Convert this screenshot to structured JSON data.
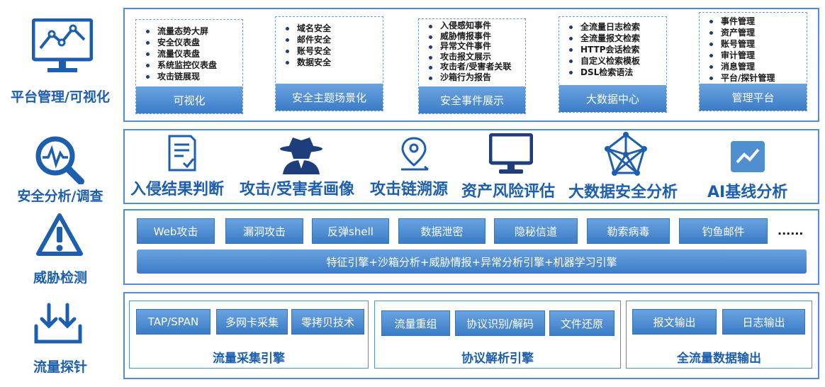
{
  "layers": {
    "platform": {
      "label": "平台管理/可视化",
      "cards": [
        {
          "items": [
            "流量态势大屏",
            "安全仪表盘",
            "流量仪表盘",
            "系统监控仪表盘",
            "攻击链展现"
          ],
          "button": "可视化"
        },
        {
          "items": [
            "域名安全",
            "邮件安全",
            "账号安全",
            "数据安全"
          ],
          "button": "安全主题场景化"
        },
        {
          "items": [
            "入侵感知事件",
            "威胁情报事件",
            "异常文件事件",
            "攻击报文展示",
            "攻击者/受害者关联",
            "沙箱行为报告"
          ],
          "button": "安全事件展示"
        },
        {
          "items": [
            "全流量日志检索",
            "全流量报文检索",
            "HTTP会话检索",
            "自定义检索模板",
            "DSL检索语法"
          ],
          "button": "大数据中心"
        },
        {
          "items": [
            "事件管理",
            "资产管理",
            "账号管理",
            "审计管理",
            "消息管理",
            "平台/探针管理"
          ],
          "button": "管理平台"
        }
      ]
    },
    "analysis": {
      "label": "安全分析/调查",
      "items": [
        {
          "icon": "document-check-icon",
          "label": "入侵结果判断"
        },
        {
          "icon": "spy-icon",
          "label": "攻击/受害者画像"
        },
        {
          "icon": "location-trace-icon",
          "label": "攻击链溯源"
        },
        {
          "icon": "monitor-icon",
          "label": "资产风险评估"
        },
        {
          "icon": "network-graph-icon",
          "label": "大数据安全分析"
        },
        {
          "icon": "trend-chart-icon",
          "label": "AI基线分析"
        }
      ]
    },
    "detection": {
      "label": "威胁检测",
      "buttons": [
        "Web攻击",
        "漏洞攻击",
        "反弹shell",
        "数据泄密",
        "隐秘信道",
        "勒索病毒",
        "钓鱼邮件"
      ],
      "more": "......",
      "engine": "特征引擎+沙箱分析+威胁情报+异常分析引擎+机器学习引擎"
    },
    "probe": {
      "label": "流量探针",
      "groups": [
        {
          "buttons": [
            "TAP/SPAN",
            "多网卡采集",
            "零拷贝技术"
          ],
          "title": "流量采集引擎"
        },
        {
          "buttons": [
            "流量重组",
            "协议识别/解码",
            "文件还原"
          ],
          "title": "协议解析引擎"
        },
        {
          "buttons": [
            "报文输出",
            "日志输出"
          ],
          "title": "全流量数据输出"
        }
      ]
    }
  },
  "colors": {
    "accent": "#1d5fae",
    "frame": "#4f8fcf",
    "button_top": "#6aa3e0",
    "button_bottom": "#3b7cc7"
  }
}
